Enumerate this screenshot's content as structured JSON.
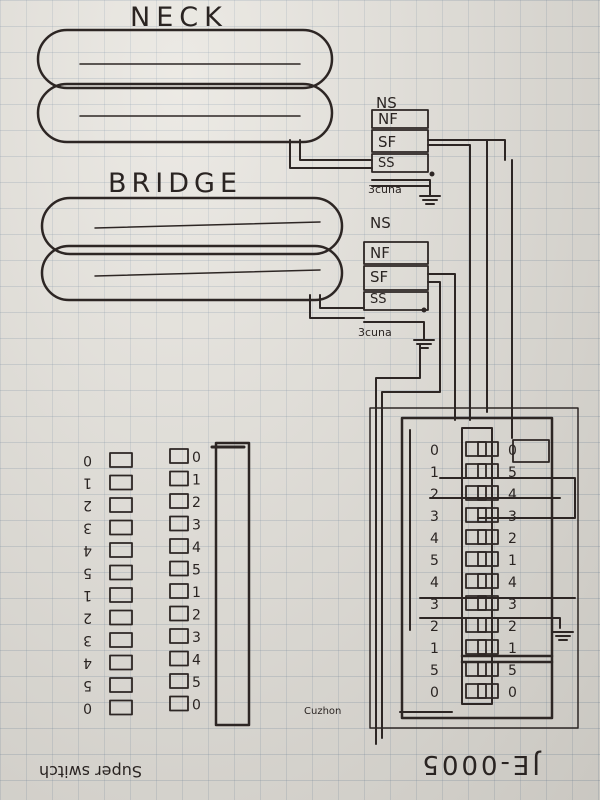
{
  "labels": {
    "neck": "NECK",
    "bridge": "BRIDGE",
    "ns_top": "NS",
    "nf_top": "NF",
    "sf_top": "SF",
    "ss_top": "SS",
    "ns_bottom": "NS",
    "nf_bottom": "NF",
    "sf_bottom": "SF",
    "ss_bottom": "SS",
    "ground_top": "3cuna",
    "ground_bottom": "3cuna",
    "title_switch": "Super switch",
    "model": "JE-0005",
    "output": "Cuzhon"
  },
  "left_column_numbers": [
    "0",
    "1",
    "2",
    "3",
    "4",
    "5",
    "1",
    "2",
    "3",
    "4",
    "5",
    "0"
  ],
  "middle_column_numbers": [
    "0",
    "1",
    "2",
    "3",
    "4",
    "5",
    "1",
    "2",
    "3",
    "4",
    "5",
    "0"
  ],
  "je_left_numbers": [
    "0",
    "1",
    "2",
    "3",
    "4",
    "5",
    "4",
    "3",
    "2",
    "1",
    "5",
    "0"
  ],
  "je_right_numbers": [
    "0",
    "5",
    "4",
    "3",
    "2",
    "1",
    "4",
    "3",
    "2",
    "1",
    "5",
    "0"
  ]
}
